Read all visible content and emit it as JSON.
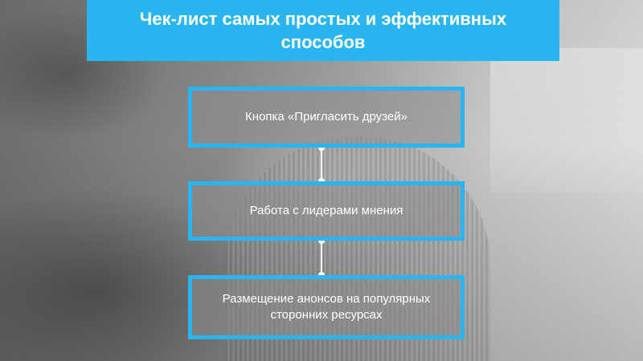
{
  "title": "Чек-лист самых простых и эффективных способов",
  "steps": [
    {
      "label": "Кнопка «Пригласить друзей»"
    },
    {
      "label": "Работа с лидерами мнения"
    },
    {
      "label": "Размещение анонсов на популярных сторонних ресурсах"
    }
  ],
  "colors": {
    "accent": "#29b6f0",
    "text": "#ffffff"
  }
}
